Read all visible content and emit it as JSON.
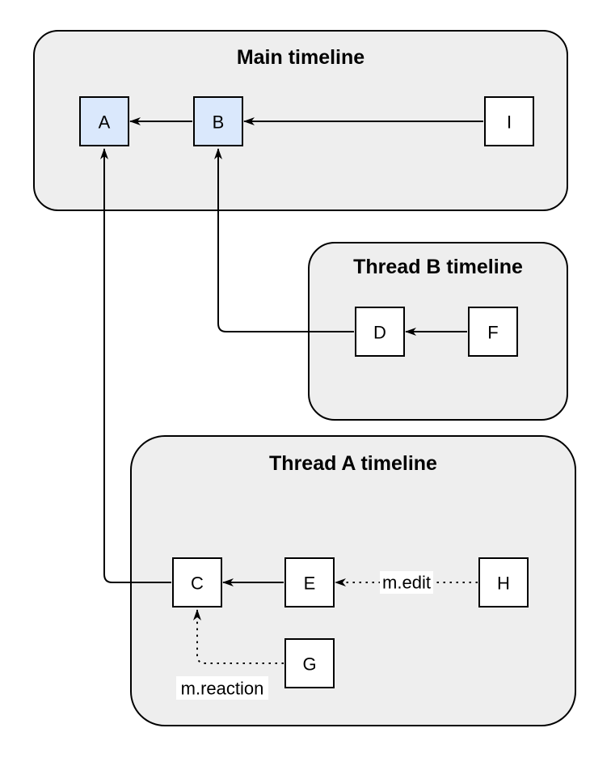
{
  "diagram": {
    "description": "Matrix-style threaded timelines DAG diagram",
    "colors": {
      "background": "#ffffff",
      "container_fill": "#eeeeee",
      "container_stroke": "#000000",
      "event_fill": "#ffffff",
      "event_highlight_fill": "#dae8fc",
      "event_stroke": "#000000",
      "arrow_color": "#000000",
      "label_bg": "#ffffff"
    },
    "timelines": {
      "main": {
        "title": "Main timeline"
      },
      "thread_b": {
        "title": "Thread B timeline"
      },
      "thread_a": {
        "title": "Thread A timeline"
      }
    },
    "events": {
      "a": {
        "label": "A"
      },
      "b": {
        "label": "B"
      },
      "i": {
        "label": "I"
      },
      "d": {
        "label": "D"
      },
      "f": {
        "label": "F"
      },
      "c": {
        "label": "C"
      },
      "e": {
        "label": "E"
      },
      "g": {
        "label": "G"
      },
      "h": {
        "label": "H"
      }
    },
    "edges": {
      "edit_label": "m.edit",
      "reaction_label": "m.reaction"
    }
  }
}
